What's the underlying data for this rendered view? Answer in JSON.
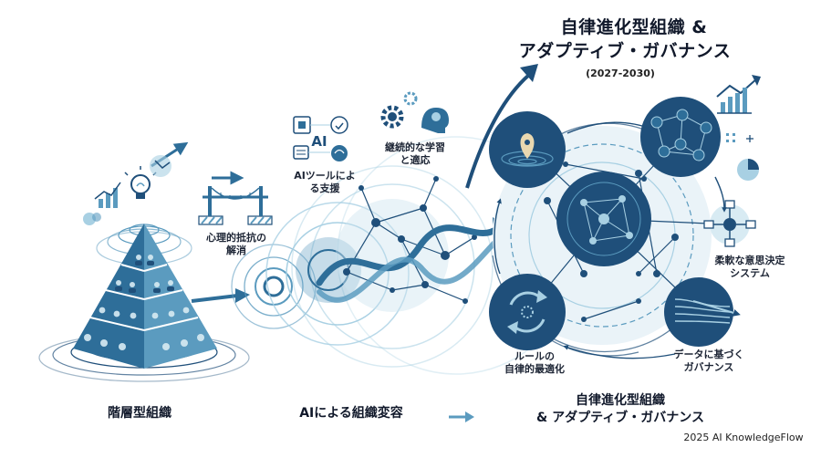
{
  "header": {
    "title_line1": "自律進化型組織 &",
    "title_line2": "アダプティブ・ガバナンス",
    "period": "(2027-2030)"
  },
  "labels": {
    "psych_line1": "心理的抵抗の",
    "psych_line2": "解消",
    "ai_tools_line1": "AIツールによ",
    "ai_tools_line2": "る支援",
    "ai_badge": "AI",
    "learning_line1": "継続的な学習",
    "learning_line2": "と適応",
    "flexible_line1": "柔軟な意思決定",
    "flexible_line2": "システム",
    "data_gov_line1": "データに基づく",
    "data_gov_line2": "ガバナンス",
    "rules_line1": "ルールの",
    "rules_line2": "自律的最適化"
  },
  "bottom": {
    "stage1": "階層型組織",
    "stage2": "AIによる組織変容",
    "stage3_line1": "自律進化型組織",
    "stage3_line2": "& アダプティブ・ガバナンス"
  },
  "footer": {
    "credit": "2025 AI KnowledgeFlow"
  },
  "colors": {
    "navy": "#1f4f7a",
    "blue": "#2e6e99",
    "mid": "#5b9bbf",
    "light": "#a8d0e3",
    "pale": "#d8ebf3",
    "arrow": "#3a7fa8"
  }
}
